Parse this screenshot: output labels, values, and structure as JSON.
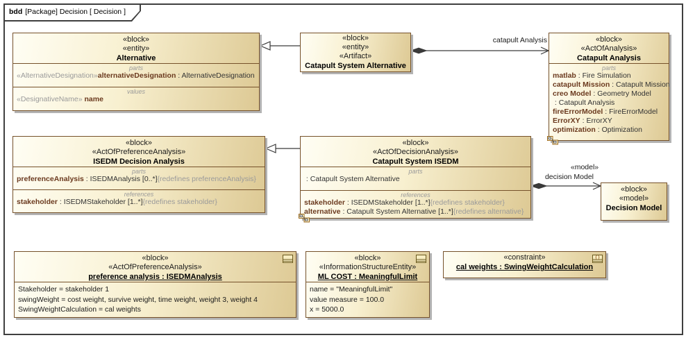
{
  "frame": {
    "tab_keyword": "bdd",
    "tab_text": "[Package] Decision [ Decision ]"
  },
  "blocks": {
    "alternative": {
      "stereotype1": "«block»",
      "stereotype2": "«entity»",
      "name": "Alternative",
      "parts_label": "parts",
      "parts": [
        {
          "pre": "«AlternativeDesignation»",
          "name": "alternativeDesignation",
          "mid": " : AlternativeDesignation"
        }
      ],
      "values_label": "values",
      "values": [
        {
          "pre": "«DesignativeName»",
          "name": " name"
        }
      ]
    },
    "catapult_system_alternative": {
      "stereotype1": "«block»",
      "stereotype2": "«entity»",
      "stereotype3": "«Artifact»",
      "name": "Catapult System Alternative"
    },
    "catapult_analysis": {
      "stereotype1": "«block»",
      "stereotype2": "«ActOfAnalysis»",
      "name": "Catapult Analysis",
      "parts_label": "parts",
      "parts": [
        {
          "name": "matlab",
          "mid": " : Fire Simulation"
        },
        {
          "name": "catapult Mission",
          "mid": " : Catapult Mission"
        },
        {
          "name": "creo Model",
          "mid": " : Geometry Model"
        },
        {
          "name": "",
          "mid": " : Catapult Analysis"
        },
        {
          "name": "fireErrorModel",
          "mid": " : FireErrorModel"
        },
        {
          "name": "ErrorXY",
          "mid": " : ErrorXY"
        },
        {
          "name": "optimization",
          "mid": " : Optimization"
        }
      ]
    },
    "isedm_decision_analysis": {
      "stereotype1": "«block»",
      "stereotype2": "«ActOfPreferenceAnalysis»",
      "name": "ISEDM Decision Analysis",
      "parts_label": "parts",
      "parts": [
        {
          "name": "preferenceAnalysis",
          "mid": " : ISEDMAnalysis [0..*]",
          "gray": "{redefines preferenceAnalysis}"
        }
      ],
      "references_label": "references",
      "references": [
        {
          "name": "stakeholder",
          "mid": " : ISEDMStakeholder [1..*]",
          "gray": "{redefines stakeholder}"
        }
      ]
    },
    "catapult_system_isedm": {
      "stereotype1": "«block»",
      "stereotype2": "«ActOfDecisionAnalysis»",
      "name": "Catapult System ISEDM",
      "parts_label": "parts",
      "parts": [
        {
          "name": "",
          "mid": " : Catapult System Alternative"
        }
      ],
      "references_label": "references",
      "references": [
        {
          "name": "stakeholder",
          "mid": " : ISEDMStakeholder [1..*]",
          "gray": "{redefines stakeholder}"
        },
        {
          "name": "alternative",
          "mid": " : Catapult System Alternative [1..*]",
          "gray": "{redefines alternative}"
        }
      ]
    },
    "decision_model": {
      "stereotype1": "«block»",
      "stereotype2": "«model»",
      "name": "Decision Model"
    },
    "preference_analysis": {
      "stereotype1": "«block»",
      "stereotype2": "«ActOfPreferenceAnalysis»",
      "name": "preference analysis : ISEDMAnalysis",
      "slots": [
        "Stakeholder = stakeholder 1",
        "swingWeight = cost weight, survive weight, time weight, weight 3, weight 4",
        "SwingWeightCalculation = cal weights"
      ]
    },
    "ml_cost": {
      "stereotype1": "«block»",
      "stereotype2": "«InformationStructureEntity»",
      "name": "ML COST : MeaningfulLimit",
      "slots": [
        "name = \"MeaningfulLimit\"",
        "value measure = 100.0",
        "x = 5000.0"
      ]
    },
    "cal_weights": {
      "stereotype1": "«constraint»",
      "name": "cal weights : SwingWeightCalculation"
    }
  },
  "connectors": {
    "catapult_analysis_label": "catapult Analysis",
    "model_stereotype": "«model»",
    "decision_model_label": "decision Model"
  },
  "colors": {
    "block_border": "#75512a",
    "fill_light": "#fffef4",
    "fill_dark": "#ddc994",
    "part_name": "#6b3a1f",
    "muted_gray": "#9a9a9a",
    "connector": "#3a3a3a"
  }
}
